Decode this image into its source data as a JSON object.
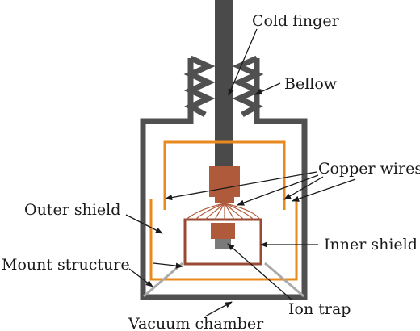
{
  "labels": {
    "cold_finger": "Cold finger",
    "bellow": "Bellow",
    "copper_wires": "Copper wires",
    "outer_shield": "Outer shield",
    "inner_shield": "Inner shield",
    "mount_structure": "Mount structure",
    "ion_trap": "Ion trap",
    "vacuum_chamber": "Vacuum chamber"
  },
  "colors": {
    "chamber": "#505050",
    "cold_finger": "#4a4a4a",
    "outer_shield": "#e8891d",
    "inner_shield": "#9a4a33",
    "copper": "#b05a3c",
    "ion_trap": "#7a7a7a",
    "mount": "#aaaaaa",
    "leader": "#1a1a1a"
  }
}
